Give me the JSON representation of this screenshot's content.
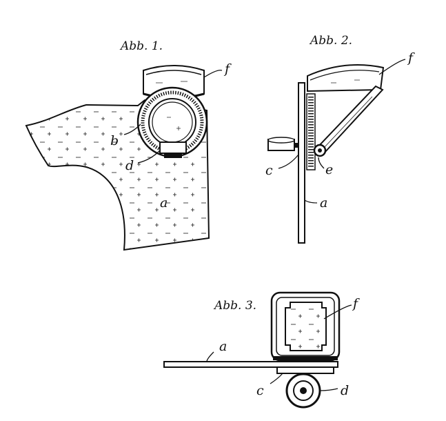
{
  "figures": [
    {
      "caption": "Abb. 1.",
      "labels": [
        "f",
        "b",
        "d",
        "a"
      ]
    },
    {
      "caption": "Abb. 2.",
      "labels": [
        "f",
        "c",
        "e",
        "a"
      ]
    },
    {
      "caption": "Abb. 3.",
      "labels": [
        "f",
        "a",
        "c",
        "d"
      ]
    }
  ],
  "colors": {
    "ink": "#111111",
    "paper": "#ffffff"
  }
}
